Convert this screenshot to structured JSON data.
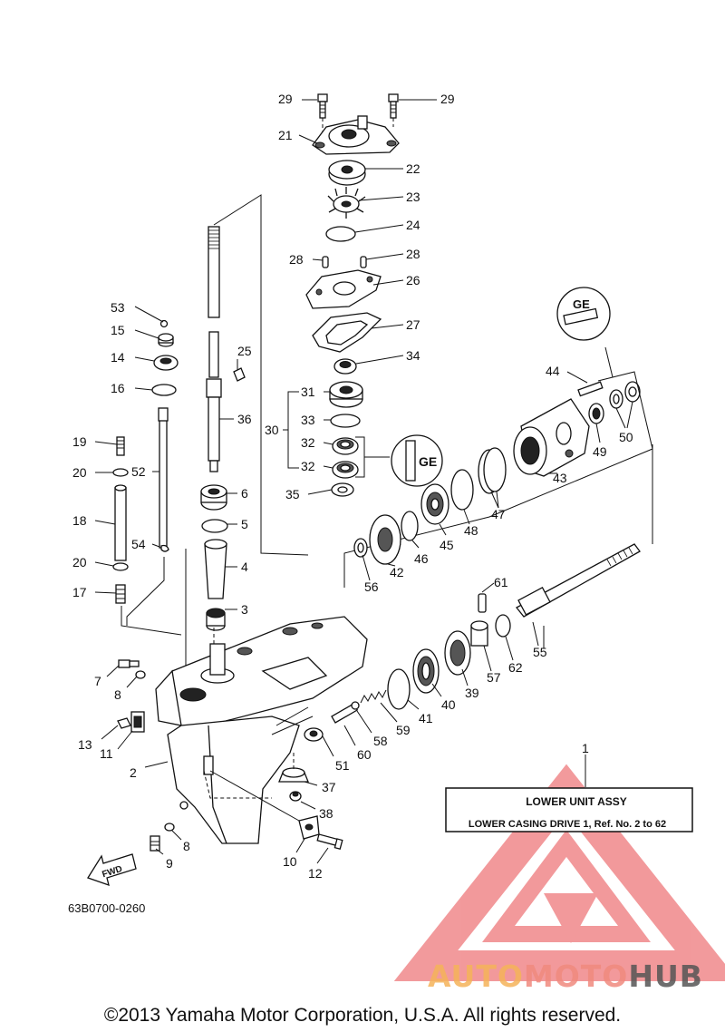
{
  "diagram_code": "63B0700-0260",
  "info_box": {
    "title": "LOWER UNIT ASSY",
    "subtitle": "LOWER CASING DRIVE 1, Ref. No. 2 to 62",
    "ref": "1"
  },
  "fwd_label": "FWD",
  "grease_symbol": "GE",
  "copyright": "©2013 Yamaha Motor Corporation, U.S.A. All rights reserved.",
  "watermark": {
    "text_part1": "AUTO",
    "text_part2": "MOTO",
    "text_part3": "HUB",
    "color1": "#f5b35a",
    "color2": "#f08a7e",
    "color3": "#555555",
    "triangle_color": "#e8474a"
  },
  "callouts": [
    {
      "id": "29a",
      "label": "29"
    },
    {
      "id": "29b",
      "label": "29"
    },
    {
      "id": "21",
      "label": "21"
    },
    {
      "id": "22",
      "label": "22"
    },
    {
      "id": "23",
      "label": "23"
    },
    {
      "id": "24",
      "label": "24"
    },
    {
      "id": "28a",
      "label": "28"
    },
    {
      "id": "28b",
      "label": "28"
    },
    {
      "id": "26",
      "label": "26"
    },
    {
      "id": "27",
      "label": "27"
    },
    {
      "id": "34",
      "label": "34"
    },
    {
      "id": "31",
      "label": "31"
    },
    {
      "id": "33",
      "label": "33"
    },
    {
      "id": "30",
      "label": "30"
    },
    {
      "id": "32a",
      "label": "32"
    },
    {
      "id": "32b",
      "label": "32"
    },
    {
      "id": "35",
      "label": "35"
    },
    {
      "id": "53",
      "label": "53"
    },
    {
      "id": "15",
      "label": "15"
    },
    {
      "id": "14",
      "label": "14"
    },
    {
      "id": "16",
      "label": "16"
    },
    {
      "id": "25",
      "label": "25"
    },
    {
      "id": "36",
      "label": "36"
    },
    {
      "id": "19",
      "label": "19"
    },
    {
      "id": "20a",
      "label": "20"
    },
    {
      "id": "52",
      "label": "52"
    },
    {
      "id": "18",
      "label": "18"
    },
    {
      "id": "54",
      "label": "54"
    },
    {
      "id": "20b",
      "label": "20"
    },
    {
      "id": "17",
      "label": "17"
    },
    {
      "id": "6",
      "label": "6"
    },
    {
      "id": "5",
      "label": "5"
    },
    {
      "id": "4",
      "label": "4"
    },
    {
      "id": "3",
      "label": "3"
    },
    {
      "id": "7",
      "label": "7"
    },
    {
      "id": "8a",
      "label": "8"
    },
    {
      "id": "13",
      "label": "13"
    },
    {
      "id": "11",
      "label": "11"
    },
    {
      "id": "2",
      "label": "2"
    },
    {
      "id": "8b",
      "label": "8"
    },
    {
      "id": "9",
      "label": "9"
    },
    {
      "id": "10",
      "label": "10"
    },
    {
      "id": "12",
      "label": "12"
    },
    {
      "id": "38",
      "label": "38"
    },
    {
      "id": "37",
      "label": "37"
    },
    {
      "id": "51",
      "label": "51"
    },
    {
      "id": "60",
      "label": "60"
    },
    {
      "id": "58",
      "label": "58"
    },
    {
      "id": "59",
      "label": "59"
    },
    {
      "id": "41",
      "label": "41"
    },
    {
      "id": "40",
      "label": "40"
    },
    {
      "id": "39",
      "label": "39"
    },
    {
      "id": "57",
      "label": "57"
    },
    {
      "id": "62",
      "label": "62"
    },
    {
      "id": "55",
      "label": "55"
    },
    {
      "id": "61",
      "label": "61"
    },
    {
      "id": "56",
      "label": "56"
    },
    {
      "id": "42",
      "label": "42"
    },
    {
      "id": "46",
      "label": "46"
    },
    {
      "id": "45",
      "label": "45"
    },
    {
      "id": "48",
      "label": "48"
    },
    {
      "id": "47",
      "label": "47"
    },
    {
      "id": "43",
      "label": "43"
    },
    {
      "id": "49",
      "label": "49"
    },
    {
      "id": "50",
      "label": "50"
    },
    {
      "id": "44",
      "label": "44"
    }
  ]
}
